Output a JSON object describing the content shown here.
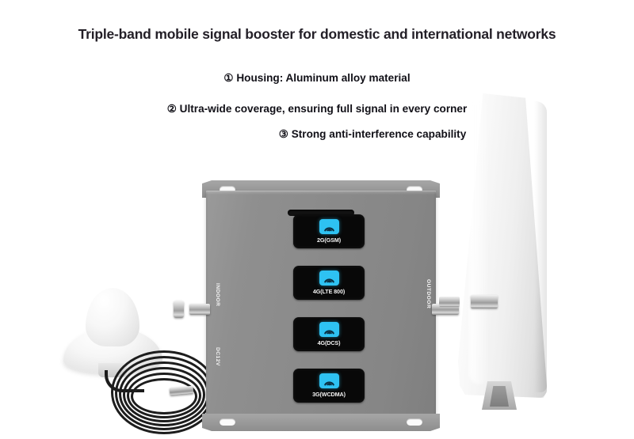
{
  "headline": "Triple-band mobile signal booster for domestic and international networks",
  "features": [
    {
      "marker": "①",
      "text": "Housing: Aluminum alloy material"
    },
    {
      "marker": "②",
      "text": "Ultra-wide coverage, ensuring full signal in every corner"
    },
    {
      "marker": "③",
      "text": "Strong anti-interference capability"
    }
  ],
  "booster": {
    "indicators": [
      {
        "label": "2G(GSM)",
        "icon": "signal-antenna-icon"
      },
      {
        "label": "4G(LTE 800)",
        "icon": "signal-antenna-icon"
      },
      {
        "label": "4G(DCS)",
        "icon": "signal-antenna-icon"
      },
      {
        "label": "3G(WCDMA)",
        "icon": "signal-antenna-icon"
      }
    ],
    "ports": {
      "indoor": "INDOOR",
      "power": "DC12V",
      "outdoor": "OUTDOOR"
    }
  },
  "colors": {
    "chassis_gray": "#8e8e8e",
    "lcd_black": "#080808",
    "indicator_cyan": "#2ec2f2",
    "headline_text": "#231f27",
    "background": "#ffffff"
  }
}
